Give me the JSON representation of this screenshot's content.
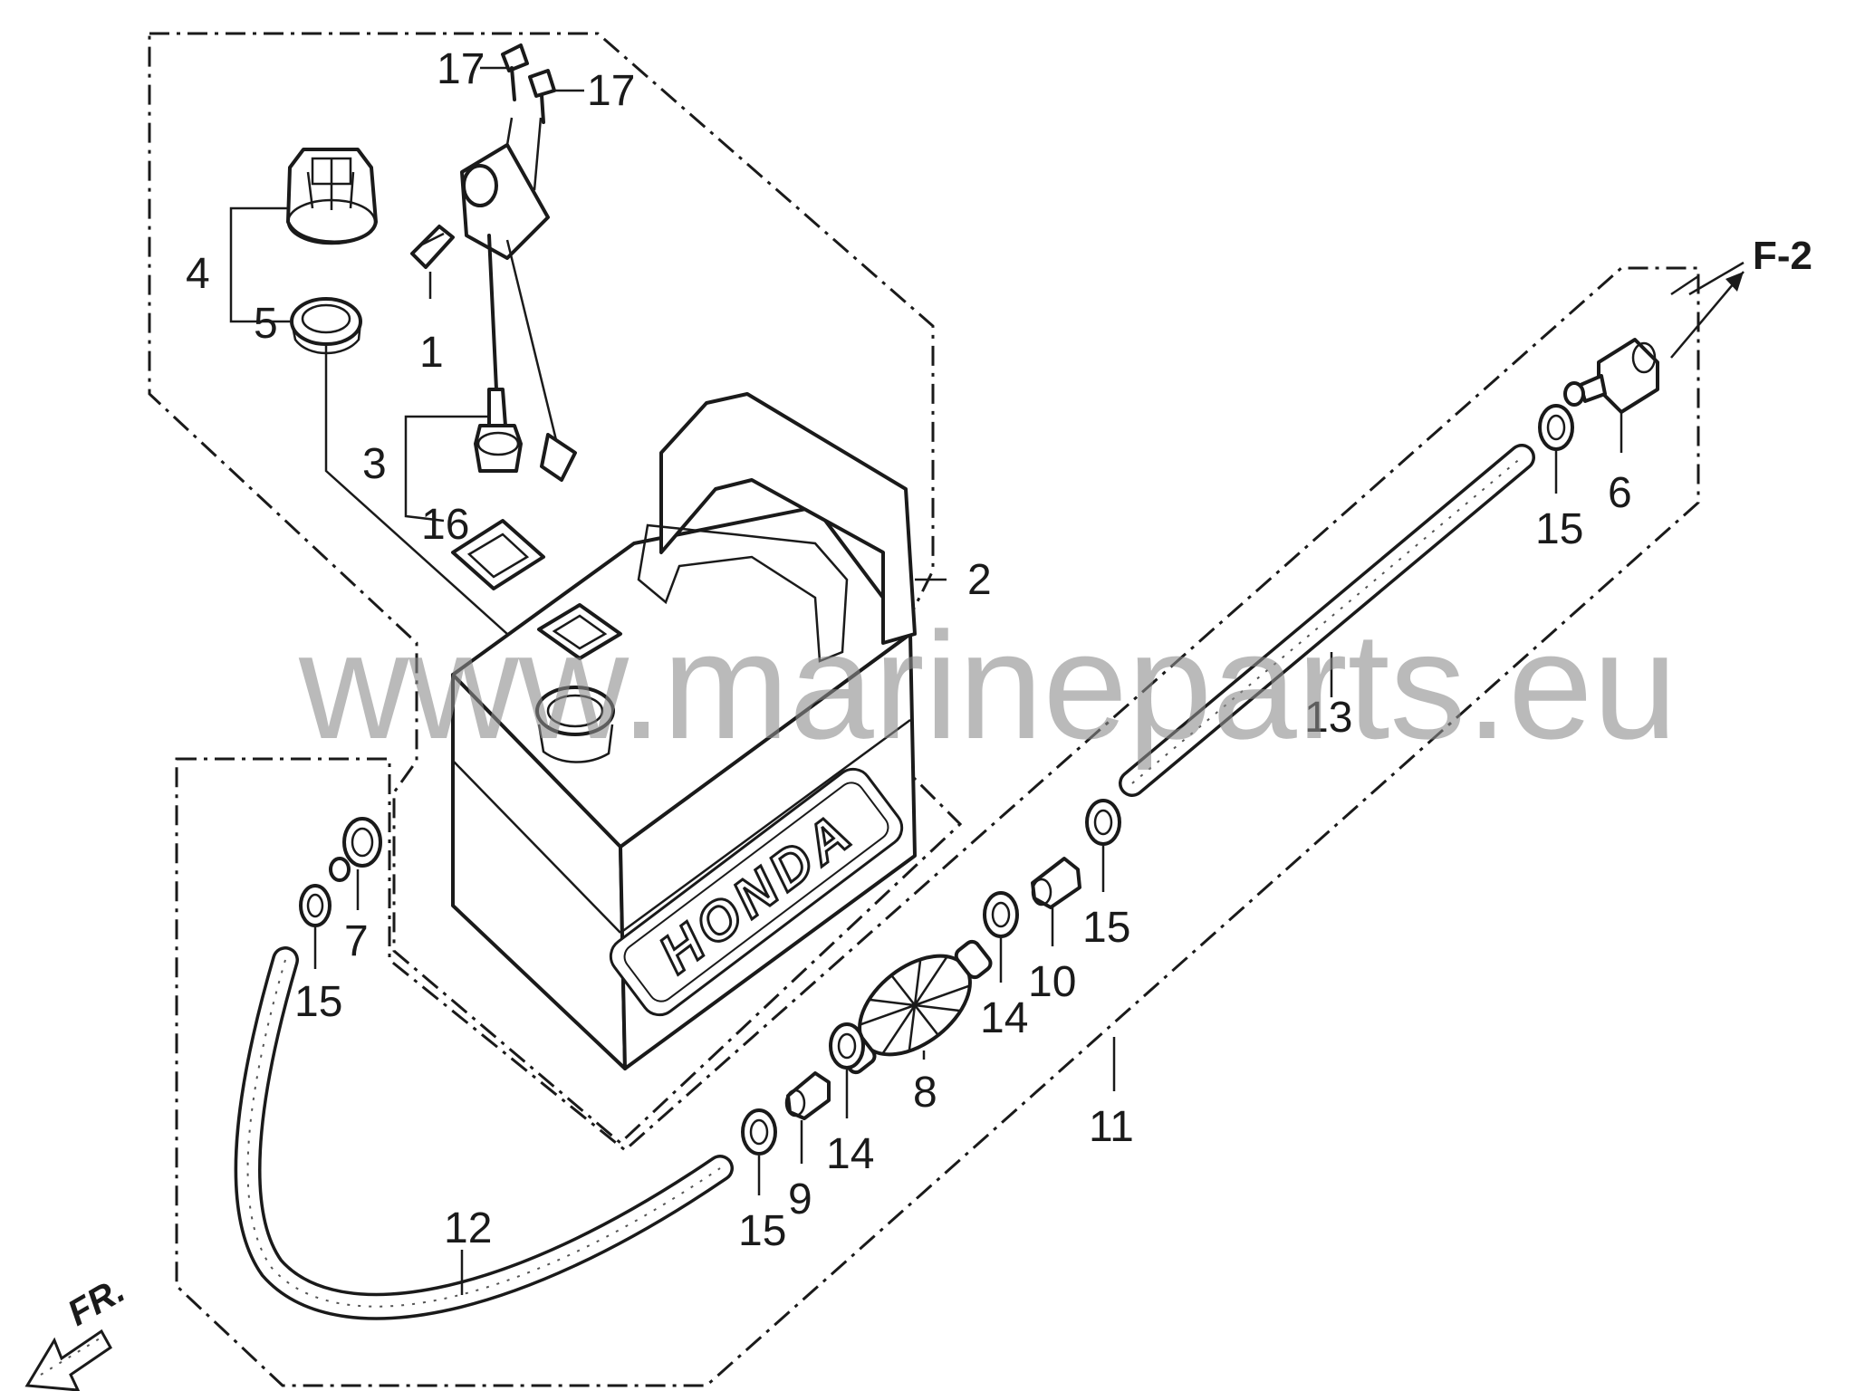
{
  "diagram": {
    "reference": "F-2",
    "front_marker": "FR.",
    "tank_brand": "HONDA",
    "watermark": "www.marineparts.eu"
  },
  "callouts": {
    "c1": "1",
    "c2": "2",
    "c3": "3",
    "c4": "4",
    "c5": "5",
    "c6": "6",
    "c7": "7",
    "c8": "8",
    "c9": "9",
    "c10": "10",
    "c11": "11",
    "c12": "12",
    "c13": "13",
    "c14a": "14",
    "c14b": "14",
    "c15a": "15",
    "c15b": "15",
    "c15c": "15",
    "c15d": "15",
    "c16": "16",
    "c17a": "17",
    "c17b": "17"
  }
}
